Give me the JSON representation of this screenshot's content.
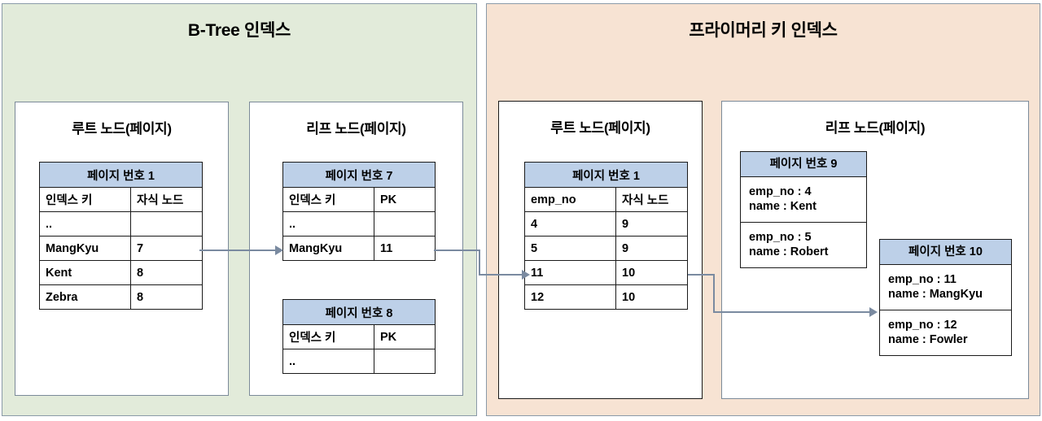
{
  "panels": {
    "btree": {
      "title": "B-Tree 인덱스",
      "bg": "#e2ebda"
    },
    "pk": {
      "title": "프라이머리 키 인덱스",
      "bg": "#f7e3d3"
    }
  },
  "btree": {
    "root_box": {
      "title": "루트 노드(페이지)"
    },
    "leaf_box": {
      "title": "리프 노드(페이지)"
    },
    "root_table": {
      "page_header": "페이지 번호 1",
      "columns": [
        "인덱스 키",
        "자식 노드"
      ],
      "rows": [
        [
          "..",
          ""
        ],
        [
          "MangKyu",
          "7"
        ],
        [
          "Kent",
          "8"
        ],
        [
          "Zebra",
          "8"
        ]
      ]
    },
    "leaf_table_7": {
      "page_header": "페이지 번호 7",
      "columns": [
        "인덱스 키",
        "PK"
      ],
      "rows": [
        [
          "..",
          ""
        ],
        [
          "MangKyu",
          "11"
        ]
      ]
    },
    "leaf_table_8": {
      "page_header": "페이지 번호 8",
      "columns": [
        "인덱스 키",
        "PK"
      ],
      "rows": [
        [
          "..",
          ""
        ]
      ]
    }
  },
  "pk": {
    "root_box": {
      "title": "루트 노드(페이지)"
    },
    "leaf_box": {
      "title": "리프 노드(페이지)"
    },
    "root_table": {
      "page_header": "페이지 번호 1",
      "columns": [
        "emp_no",
        "자식 노드"
      ],
      "rows": [
        [
          "4",
          "9"
        ],
        [
          "5",
          "9"
        ],
        [
          "11",
          "10"
        ],
        [
          "12",
          "10"
        ]
      ]
    },
    "page9": {
      "page_header": "페이지 번호 9",
      "records": [
        {
          "emp_no": "emp_no : 4",
          "name": "name : Kent"
        },
        {
          "emp_no": "emp_no : 5",
          "name": "name : Robert"
        }
      ]
    },
    "page10": {
      "page_header": "페이지 번호 10",
      "records": [
        {
          "emp_no": "emp_no : 11",
          "name": "name : MangKyu"
        },
        {
          "emp_no": "emp_no : 12",
          "name": "name : Fowler"
        }
      ]
    }
  },
  "colors": {
    "table_header": "#bdd0e8",
    "connector": "#7a8aa0",
    "btree_panel": "#e2ebda",
    "pk_panel": "#f7e3d3",
    "box_border": "#7b8a99"
  }
}
